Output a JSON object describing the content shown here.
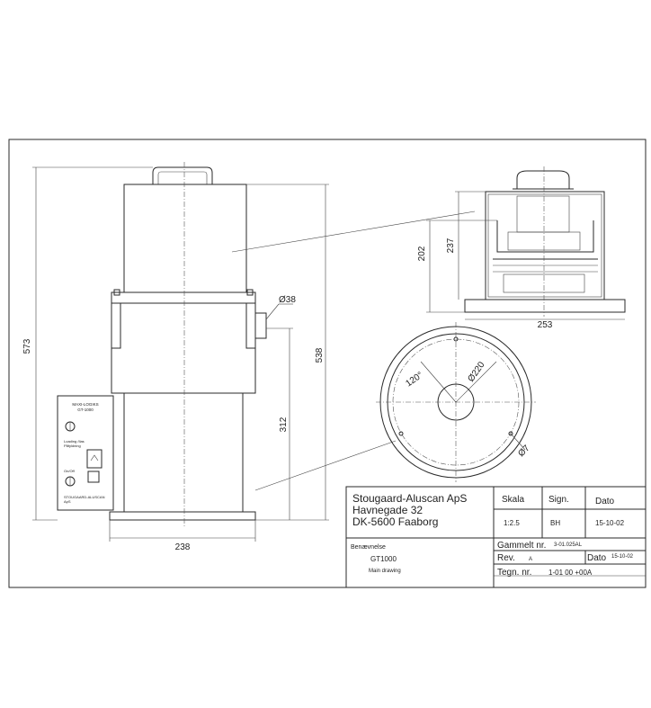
{
  "drawing": {
    "dimensions": {
      "height_total": "573",
      "height_body": "538",
      "height_lower": "312",
      "width_base": "238",
      "outlet_diameter": "Ø38",
      "section_height_inner": "202",
      "section_height_outer": "237",
      "section_width": "253",
      "plan_angle": "120°",
      "plan_bolt_circle": "Ø220",
      "plan_hole": "Ø7"
    },
    "control_panel": {
      "brand_line1": "MAXI-LOGIKS",
      "brand_line2": "GT-1000",
      "loading_label": "Loading /Ilas",
      "loading_label2": "Påfyldning",
      "onoff_label": "On/Off",
      "maker_label": "STOUGAARD-ALUSCAN",
      "maker_label2": "ApS"
    }
  },
  "title_block": {
    "company": "Stougaard-Aluscan ApS",
    "address_line1": "Havnegade 32",
    "address_line2": "DK-5600 Faaborg",
    "scale_header": "Skala",
    "sign_header": "Sign.",
    "date_header": "Dato",
    "scale_value": "1:2.5",
    "sign_value": "BH",
    "date_value": "15-10-02",
    "benaevnelse_label": "Benævnelse",
    "part_number": "GT1000",
    "part_desc": "Main drawing",
    "gammelt_label": "Gammelt nr.",
    "gammelt_value": "3-01.025AL",
    "rev_label": "Rev.",
    "rev_value": "A",
    "rev_date_label": "Dato",
    "rev_date_value": "15-10-02",
    "tegn_label": "Tegn. nr.",
    "tegn_value": "1-01 00 +00A"
  }
}
